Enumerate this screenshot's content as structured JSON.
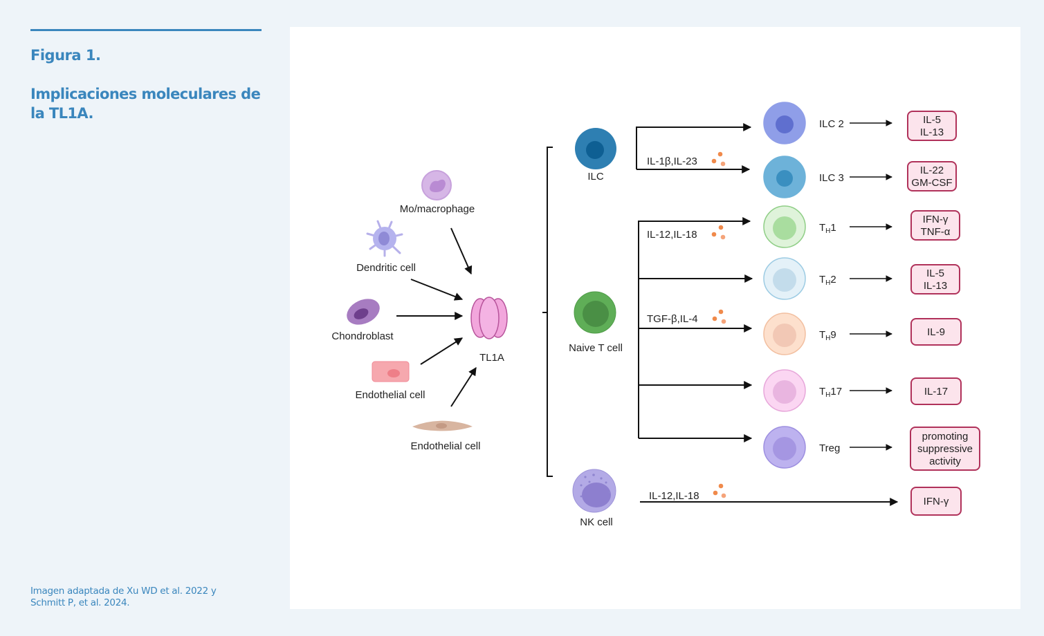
{
  "sidebar": {
    "figure_label": "Figura 1.",
    "figure_title": "Implicaciones moleculares de la TL1A.",
    "source_line1": "Imagen adaptada de  Xu WD et al. 2022 y",
    "source_line2": "Schmitt P, et al. 2024."
  },
  "diagram": {
    "sources": [
      {
        "id": "macrophage",
        "label": "Mo/macrophage"
      },
      {
        "id": "dendritic",
        "label": "Dendritic cell"
      },
      {
        "id": "chondroblast",
        "label": "Chondroblast"
      },
      {
        "id": "endothelial1",
        "label": "Endothelial cell"
      },
      {
        "id": "endothelial2",
        "label": "Endothelial cell"
      }
    ],
    "center": {
      "label": "TL1A"
    },
    "targets": {
      "ilc": {
        "label": "ILC",
        "signal": "IL-1β,IL-23"
      },
      "naive_t": {
        "label": "Naive T cell",
        "signal_th1": "IL-12,IL-18",
        "signal_th9": "TGF-β,IL-4"
      },
      "nk": {
        "label": "NK cell",
        "signal": "IL-12,IL-18"
      }
    },
    "subsets": [
      {
        "id": "ilc2",
        "label": "ILC 2",
        "sub": "",
        "output": [
          "IL-5",
          "IL-13"
        ]
      },
      {
        "id": "ilc3",
        "label": "ILC 3",
        "sub": "",
        "output": [
          "IL-22",
          "GM-CSF"
        ]
      },
      {
        "id": "th1",
        "label": "T",
        "sub": "H",
        "suffix": "1",
        "output": [
          "IFN-γ",
          "TNF-α"
        ]
      },
      {
        "id": "th2",
        "label": "T",
        "sub": "H",
        "suffix": "2",
        "output": [
          "IL-5",
          "IL-13"
        ]
      },
      {
        "id": "th9",
        "label": "T",
        "sub": "H",
        "suffix": "9",
        "output": [
          "IL-9"
        ]
      },
      {
        "id": "th17",
        "label": "T",
        "sub": "H",
        "suffix": "17",
        "output": [
          "IL-17"
        ]
      },
      {
        "id": "treg",
        "label": "Treg",
        "sub": "",
        "output": [
          "promoting",
          "suppressive",
          "activity"
        ]
      }
    ],
    "nk_output": [
      "IFN-γ"
    ],
    "colors": {
      "accent": "#3a86bd",
      "box_fill": "#fce4ec",
      "box_stroke": "#b0315a",
      "cytokine_dot": "#f08a4b"
    }
  }
}
